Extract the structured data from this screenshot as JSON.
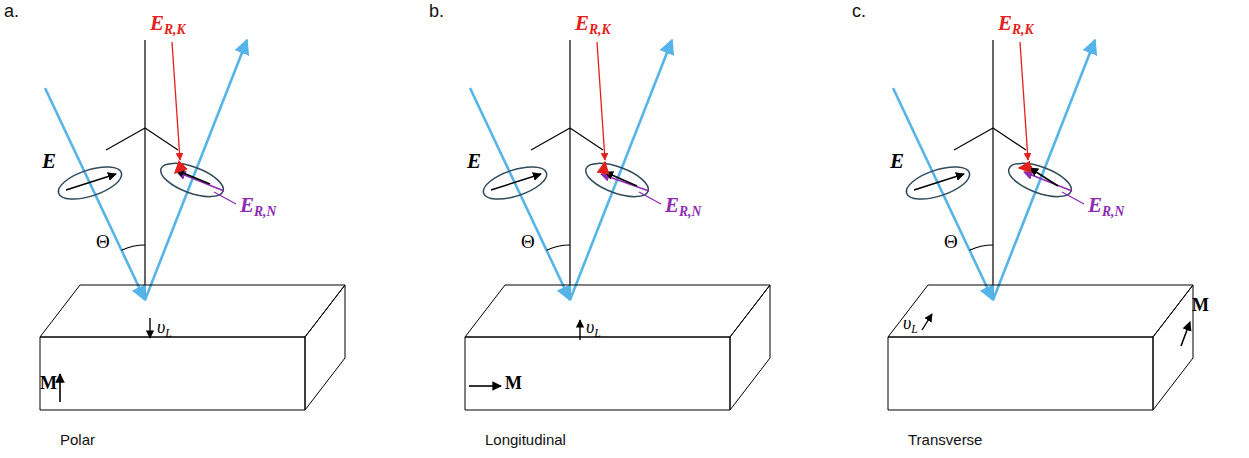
{
  "diagram": {
    "nodes": [
      {
        "text": [
          "υL",
          "M"
        ]
      },
      {
        "text": [
          "υL",
          "M"
        ]
      },
      {
        "text": [
          "υL",
          "M"
        ]
      }
    ],
    "labels": [
      "a.",
      "E",
      "ER,K",
      "ER,N",
      "Θ",
      "Polar",
      "b.",
      "E",
      "ER,K",
      "ER,N",
      "Θ",
      "Longitudinal",
      "c.",
      "E",
      "ER,K",
      "ER,N",
      "Θ",
      "Transverse"
    ]
  }
}
